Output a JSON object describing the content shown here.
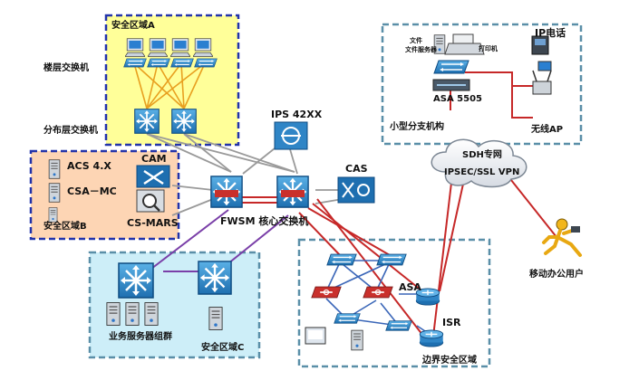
{
  "zones": {
    "zone_a": "安全区域A",
    "zone_b": "安全区域B",
    "zone_c": "安全区域C",
    "branch": "小型分支机构",
    "border": "边界安全区域"
  },
  "labels": {
    "floor_switch": "楼层交换机",
    "dist_switch": "分布层交换机",
    "ips": "IPS 42XX",
    "acs": "ACS 4.X",
    "cam": "CAM",
    "csa_mc": "CSA－MC",
    "cs_mars": "CS-MARS",
    "cas": "CAS",
    "core_switch": "FWSM 核心交换机",
    "server_farm": "业务服务器组群",
    "file_server": "文件服务器",
    "printer": "打印机",
    "ip_phone": "IP电话",
    "asa5505": "ASA 5505",
    "wireless_ap": "无线AP",
    "wan_title": "SDH专网",
    "wan_vpn": "IPSEC/SSL VPN",
    "mobile_user": "移动办公用户",
    "asa": "ASA",
    "isr": "ISR"
  },
  "colors": {
    "zone_a_fill": "#ffff99",
    "zone_b_fill": "#fdd5b4",
    "zone_c_fill": "#cdeef8",
    "zone_border": "#2233aa",
    "dashed_border": "#5a8fa8",
    "red_link": "#c62828",
    "purple_link": "#7a3fa8",
    "gray_link": "#999999"
  }
}
